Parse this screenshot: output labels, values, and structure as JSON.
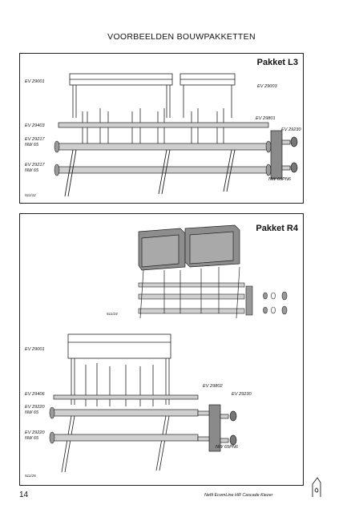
{
  "page": {
    "heading": "VOORBEELDEN BOUWPAKKETTEN",
    "page_number": "14",
    "footer": "Nefit EcomLine HR Cascade Kiezer"
  },
  "panel_l3": {
    "title": "Pakket L3",
    "labels": {
      "ev29001": "EV 29001",
      "ev29003": "EV 29003",
      "ev29801": "EV 29801",
      "ev29403": "EV 29403",
      "ev29230": "EV 29230",
      "ev29217a": "EV 29217",
      "nw65a": "NW 65",
      "ev29217b": "EV 29217",
      "nw65b": "NW 65",
      "nw65pn6": "NW 65PN6"
    },
    "code": "511/12"
  },
  "panel_r4": {
    "title": "Pakket R4",
    "code_top": "511/24",
    "labels": {
      "ev29001": "EV 29001",
      "ev29802": "EV 29802",
      "ev29406": "EV 29406",
      "ev29230": "EV 29230",
      "ev29220a": "EV 29220",
      "nw65a": "NW 65",
      "ev29220b": "EV 29220",
      "nw65b": "NW 65",
      "nw65pn6": "NW 65PN6"
    },
    "code_bottom": "511/25"
  }
}
